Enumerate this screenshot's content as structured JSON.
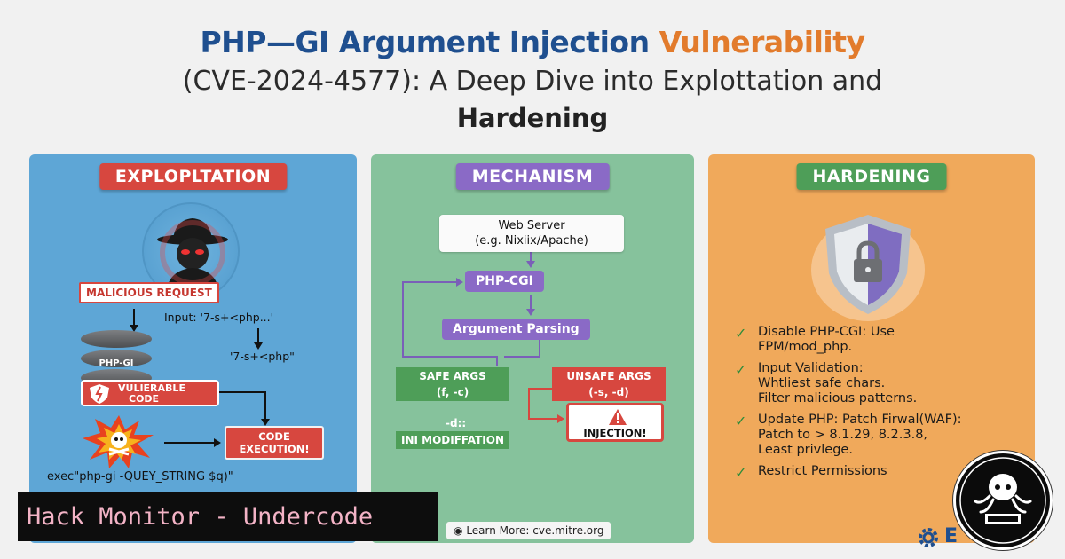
{
  "title": {
    "line1_part1": "PHP—GI Argument Injection",
    "line1_part2": "Vulnerability",
    "line2": "(CVE-2024-4577): A Deep Dive into Explottation and",
    "line3": "Hardening"
  },
  "exploitation": {
    "header": "EXPLOPLTATION",
    "malicious_request": "MALICIOUS REQUEST",
    "input_text": "Input: '7-s+<php...'",
    "php_label": "'7-s+<php\"",
    "db_label": "PHP-GI",
    "vulnerable_code_1": "VULIERABLE",
    "vulnerable_code_2": "CODE",
    "code_exec_1": "CODE",
    "code_exec_2": "EXECUTION!",
    "exec_line": "exec\"php-gi -QUEY_STRING $q)\""
  },
  "mechanism": {
    "header": "MECHANISM",
    "web_server_1": "Web Server",
    "web_server_2": "(e.g. Nixiix/Apache)",
    "php_cgi": "PHP-CGI",
    "argument_parsing": "Argument Parsing",
    "safe_args": "SAFE ARGS",
    "safe_args_vals": "(f, -c)",
    "unsafe_args": "UNSAFE ARGS",
    "unsafe_args_vals": "(-s, -d)",
    "d_label": "-d::",
    "ini_mod": "INI MODIFFATION",
    "injection": "INJECTION!",
    "learn_more": "Learn More: cve.mitre.org"
  },
  "hardening": {
    "header": "HARDENING",
    "items": [
      {
        "line1": "Disable PHP-CGI: Use",
        "line2": "FPM/mod_php.",
        "line3": ""
      },
      {
        "line1": "Input Validation:",
        "line2": "Whtliest safe chars.",
        "line3": "Filter malicious patterns."
      },
      {
        "line1": "Update PHP: Patch Firwal(WAF):",
        "line2": "Patch to > 8.1.29, 8.2.3.8,",
        "line3": "Least privlege."
      },
      {
        "line1": "Restrict Permissions",
        "line2": "",
        "line3": ""
      }
    ],
    "check_glyph": "✓"
  },
  "banner": {
    "text": "Hack Monitor - Undercode"
  },
  "brand": {
    "partial_text": "E"
  },
  "colors": {
    "exploitation_bg": "#5ea6d6",
    "mechanism_bg": "#86c29c",
    "hardening_bg": "#f0a95b",
    "accent_red": "#d7473f",
    "accent_purple": "#8a6ac6",
    "accent_green": "#4e9e58"
  }
}
